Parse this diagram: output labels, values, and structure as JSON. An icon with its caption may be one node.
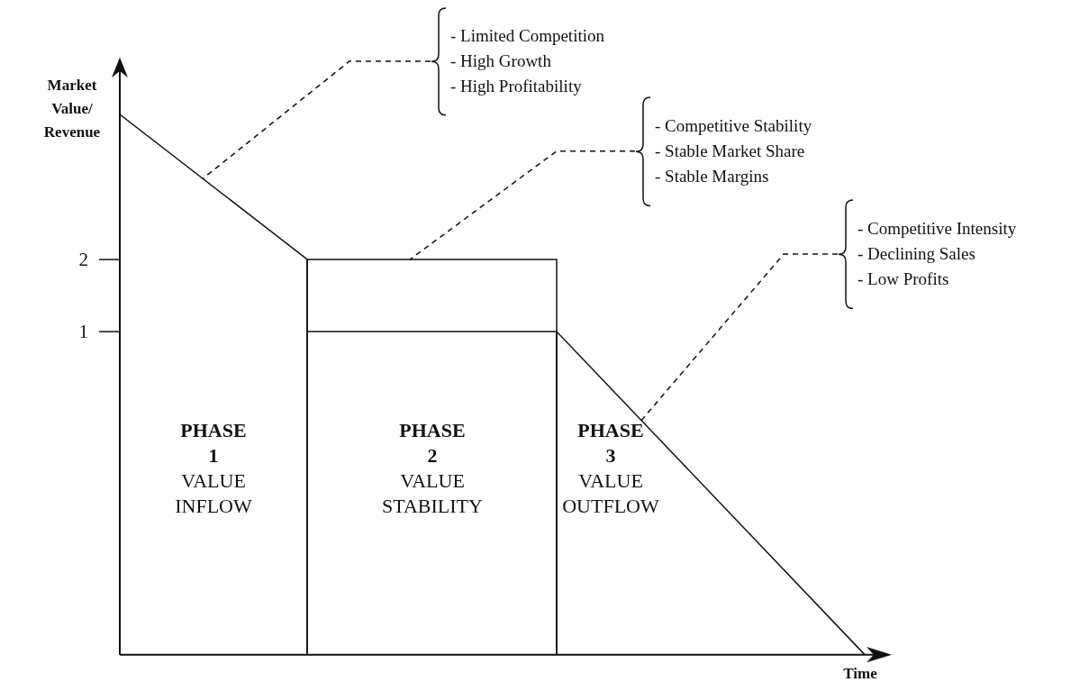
{
  "diagram": {
    "nodes": [
      {
        "text": [
          "PHASE 1",
          "VALUE INFLOW"
        ]
      },
      {
        "text": [
          "PHASE 2",
          "VALUE STABILITY"
        ]
      },
      {
        "text": [
          "PHASE 3",
          "VALUE OUTFLOW"
        ]
      },
      {
        "text": [
          "- Limited Competition",
          "- High Growth",
          "- High Profitability"
        ]
      },
      {
        "text": [
          "- Competitive Stability",
          "- Stable Market Share",
          "- Stable Margins"
        ]
      },
      {
        "text": [
          "- Competitive Intensity",
          "- Declining Sales",
          "- Low Profits"
        ]
      }
    ],
    "edges": [
      {
        "from": 3,
        "to": 0,
        "arrow": "none",
        "style": "dashed"
      },
      {
        "from": 4,
        "to": 1,
        "arrow": "none",
        "style": "dashed"
      },
      {
        "from": 5,
        "to": 2,
        "arrow": "none",
        "style": "dashed"
      }
    ],
    "labels": [
      "Market Value/ Revenue",
      "2",
      "1",
      "Time"
    ]
  }
}
